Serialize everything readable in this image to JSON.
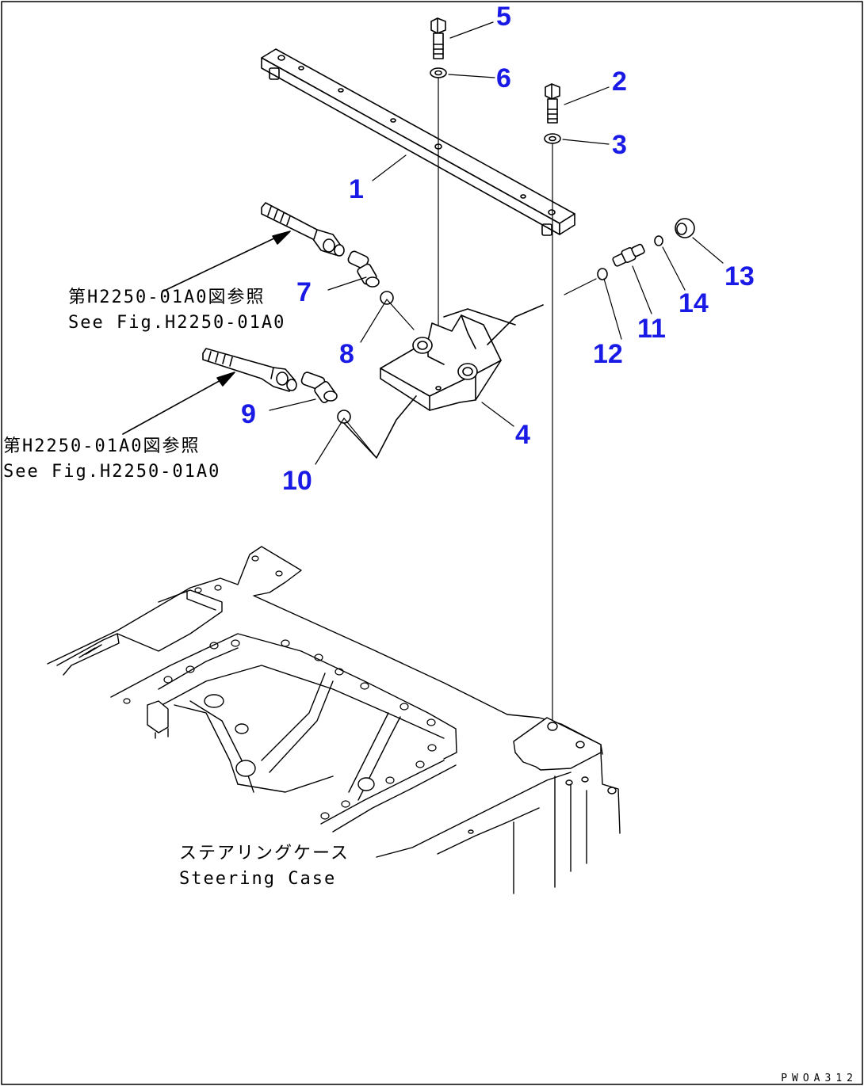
{
  "callouts": [
    "1",
    "2",
    "3",
    "4",
    "5",
    "6",
    "7",
    "8",
    "9",
    "10",
    "11",
    "12",
    "13",
    "14"
  ],
  "references": {
    "upper_jp": "第H2250-01A0図参照",
    "upper_en": "See Fig.H2250-01A0",
    "lower_jp": "第H2250-01A0図参照",
    "lower_en": "See Fig.H2250-01A0"
  },
  "case_label": {
    "jp": "ステアリングケース",
    "en": "Steering Case"
  },
  "drawing_code": "PWOA312",
  "colors": {
    "callout": "#1a1ae6",
    "line": "#000000",
    "background": "#ffffff"
  }
}
